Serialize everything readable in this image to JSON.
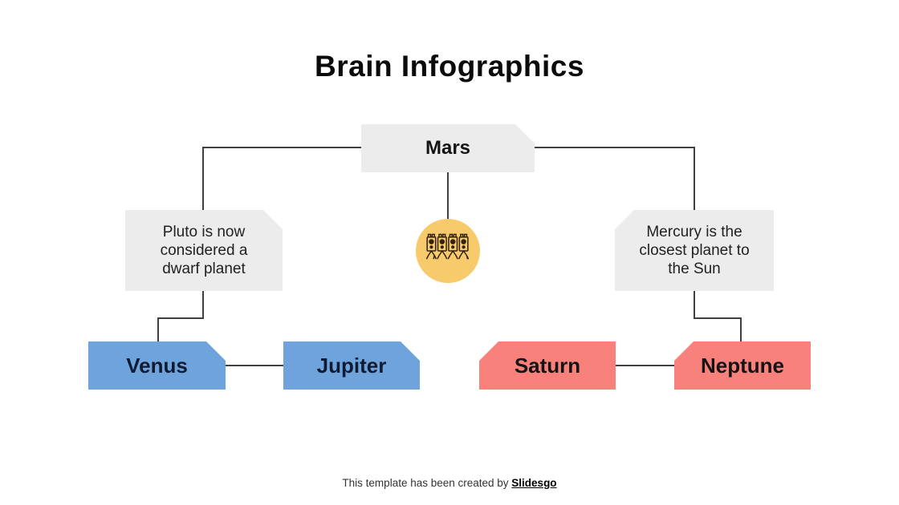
{
  "title": "Brain Infographics",
  "diagram": {
    "nodes": {
      "mars": {
        "label": "Mars"
      },
      "venus": {
        "label": "Venus"
      },
      "jupiter": {
        "label": "Jupiter"
      },
      "saturn": {
        "label": "Saturn"
      },
      "neptune": {
        "label": "Neptune"
      }
    },
    "notes": {
      "pluto": {
        "text": "Pluto is now considered a dwarf planet"
      },
      "mercury": {
        "text": "Mercury is the closest planet to the Sun"
      }
    },
    "icon": {
      "name": "neurons-icon"
    }
  },
  "colors": {
    "gray_box": "#ececec",
    "blue_box": "#6fa3db",
    "coral_box": "#f8817c",
    "yellow_circle": "#f7ca6b",
    "connector_line": "#3f3f3f",
    "title_text": "#0b0b0b"
  },
  "footer": {
    "text": "This template has been created by ",
    "brand": "Slidesgo"
  }
}
